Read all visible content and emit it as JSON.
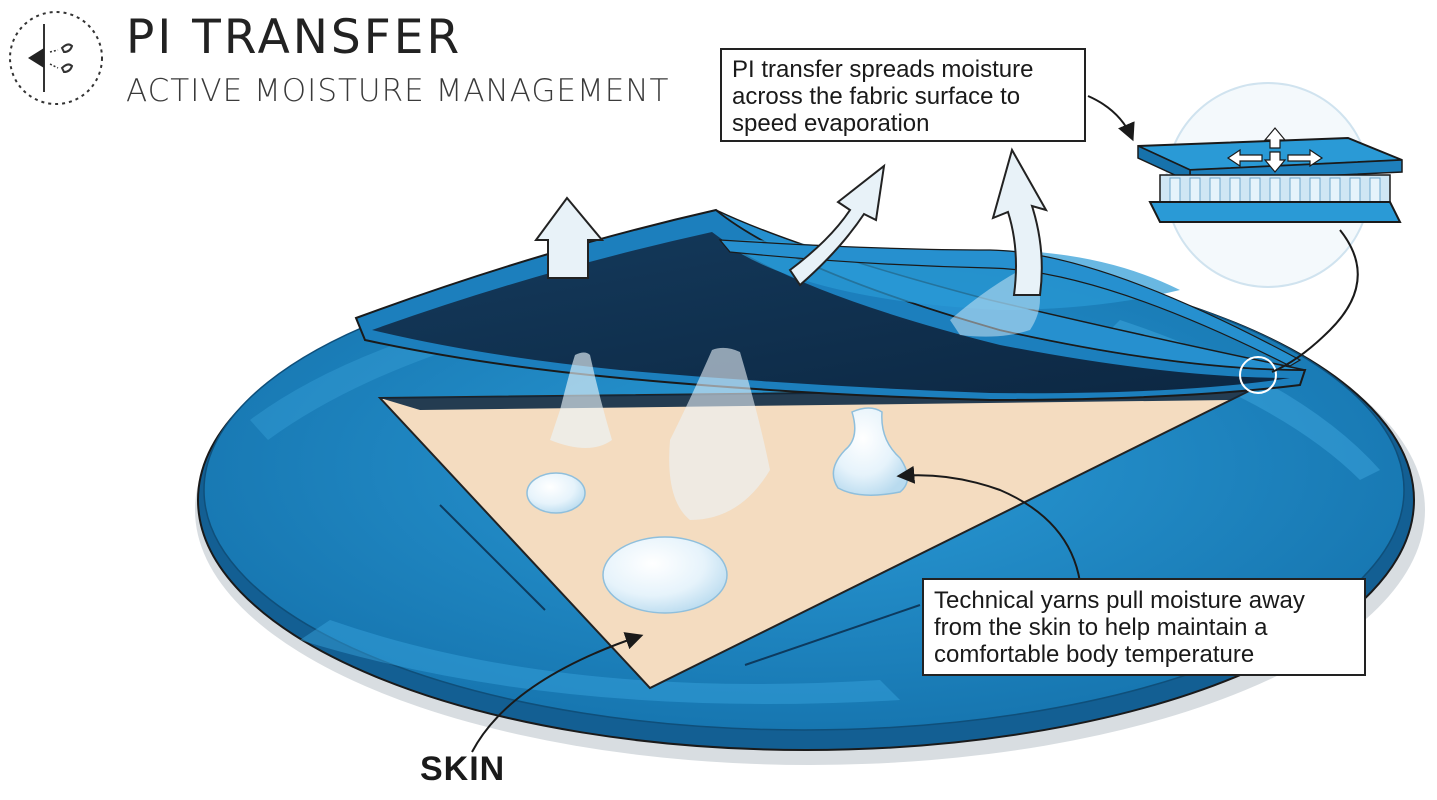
{
  "header": {
    "title": "PI TRANSFER",
    "subtitle": "ACTIVE MOISTURE MANAGEMENT",
    "icon": "moisture-transfer-icon"
  },
  "callouts": {
    "top": {
      "lines": [
        "PI transfer spreads moisture",
        "across the fabric surface to",
        "speed evaporation"
      ]
    },
    "bottom": {
      "lines": [
        "Technical yarns pull moisture away",
        "from the skin to help maintain a",
        "comfortable body temperature"
      ]
    }
  },
  "labels": {
    "skin": "SKIN"
  },
  "colors": {
    "fabric_blue": "#1e86c3",
    "fabric_dark": "#0f2f4e",
    "skin": "#f4dcc0",
    "arrow_fill": "#e8f2f8",
    "text": "#1a1a1a"
  }
}
